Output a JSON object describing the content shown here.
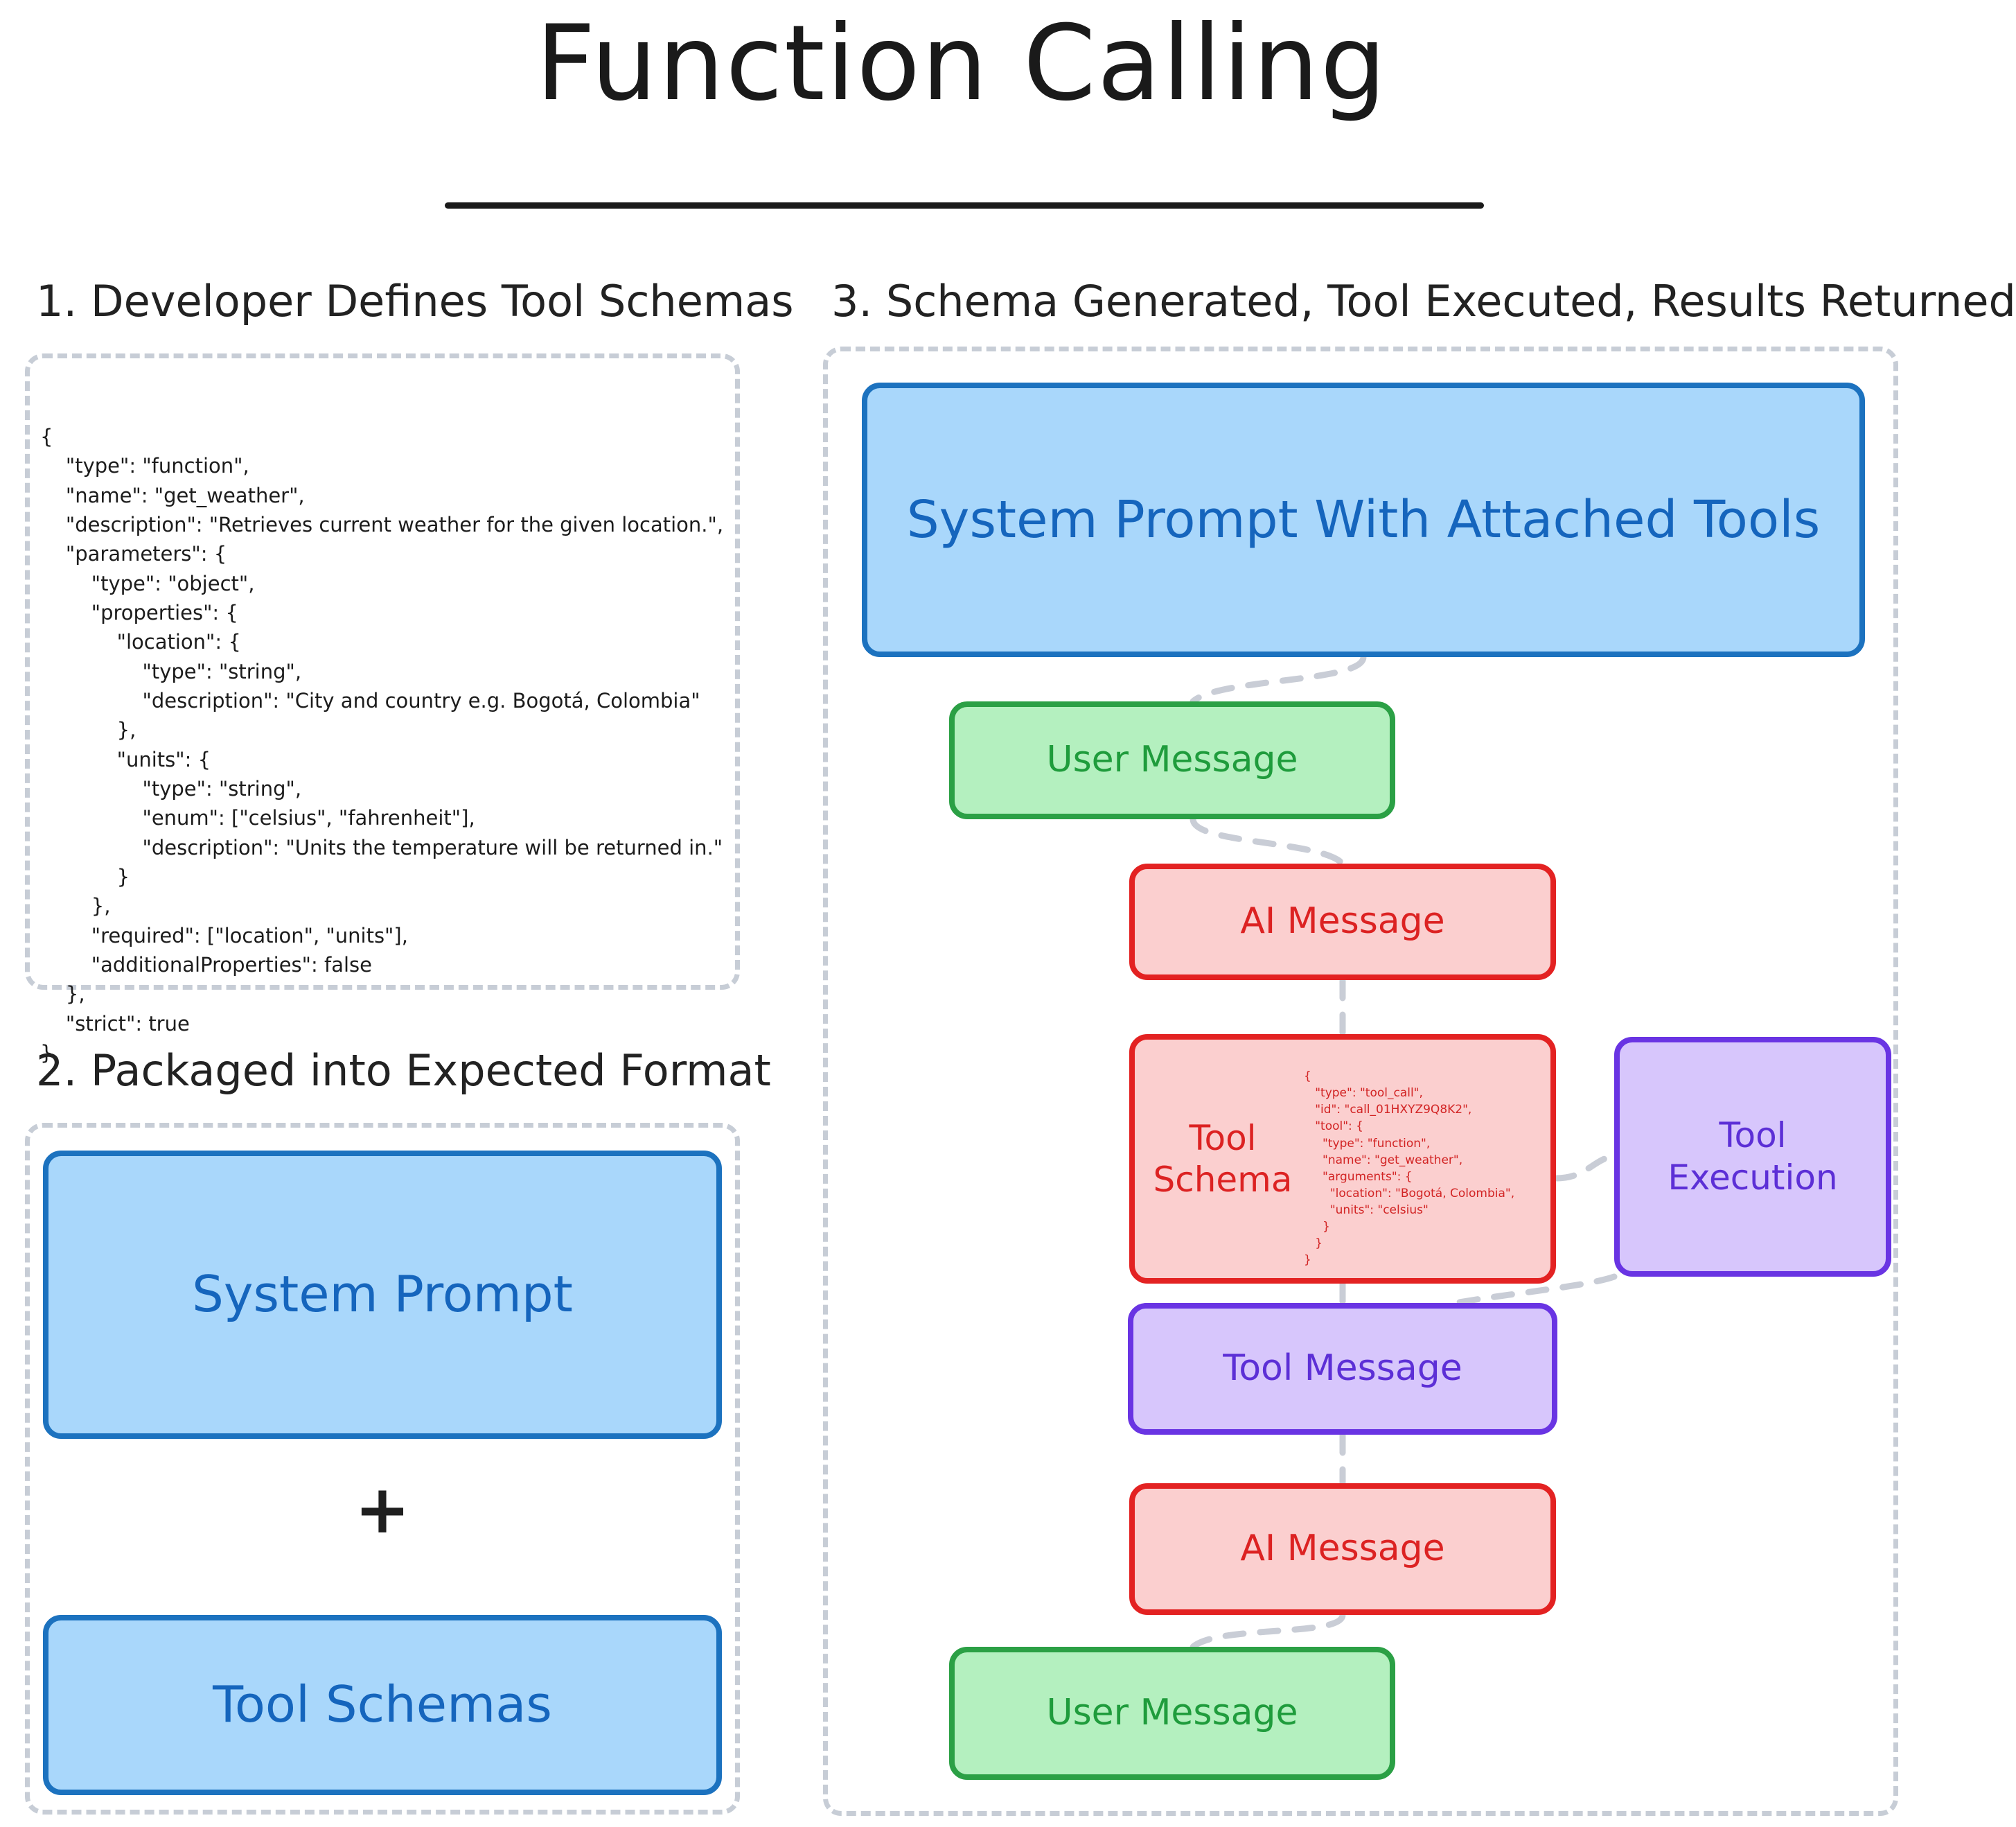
{
  "title": "Function Calling",
  "sections": {
    "one": {
      "heading": "1. Developer Defines Tool Schemas"
    },
    "two": {
      "heading": "2. Packaged into Expected Format",
      "plus": "+"
    },
    "three": {
      "heading": "3. Schema Generated, Tool Executed, Results Returned"
    }
  },
  "tool_schema_code": "{\n    \"type\": \"function\",\n    \"name\": \"get_weather\",\n    \"description\": \"Retrieves current weather for the given location.\",\n    \"parameters\": {\n        \"type\": \"object\",\n        \"properties\": {\n            \"location\": {\n                \"type\": \"string\",\n                \"description\": \"City and country e.g. Bogotá, Colombia\"\n            },\n            \"units\": {\n                \"type\": \"string\",\n                \"enum\": [\"celsius\", \"fahrenheit\"],\n                \"description\": \"Units the temperature will be returned in.\"\n            }\n        },\n        \"required\": [\"location\", \"units\"],\n        \"additionalProperties\": false\n    },\n    \"strict\": true\n}",
  "tool_call_code": "{\n   \"type\": \"tool_call\",\n   \"id\": \"call_01HXYZ9Q8K2\",\n   \"tool\": {\n     \"type\": \"function\",\n     \"name\": \"get_weather\",\n     \"arguments\": {\n       \"location\": \"Bogotá, Colombia\",\n       \"units\": \"celsius\"\n     }\n   }\n}",
  "nodes": {
    "system_prompt": "System Prompt",
    "tool_schemas": "Tool Schemas",
    "system_prompt_with_tools": "System Prompt With Attached Tools",
    "user_message_1": "User Message",
    "ai_message_1": "AI Message",
    "tool_schema_label": "Tool Schema",
    "tool_execution": "Tool\nExecution",
    "tool_message": "Tool Message",
    "ai_message_2": "AI Message",
    "user_message_2": "User Message"
  },
  "colors": {
    "blue_fill": "#a9d7fb",
    "blue_border": "#1c72bf",
    "blue_text": "#1565bd",
    "green_fill": "#b4f0bf",
    "green_border": "#2ba045",
    "green_text": "#1f9c3c",
    "red_fill": "#fbcfcf",
    "red_border": "#e32222",
    "red_text": "#dc2222",
    "purple_fill": "#d7c6fc",
    "purple_border": "#6934e3",
    "purple_text": "#5c2fd6",
    "dashed_border": "#c7cdd6",
    "connector": "#c9cdd6",
    "text": "#1a1a1a"
  }
}
